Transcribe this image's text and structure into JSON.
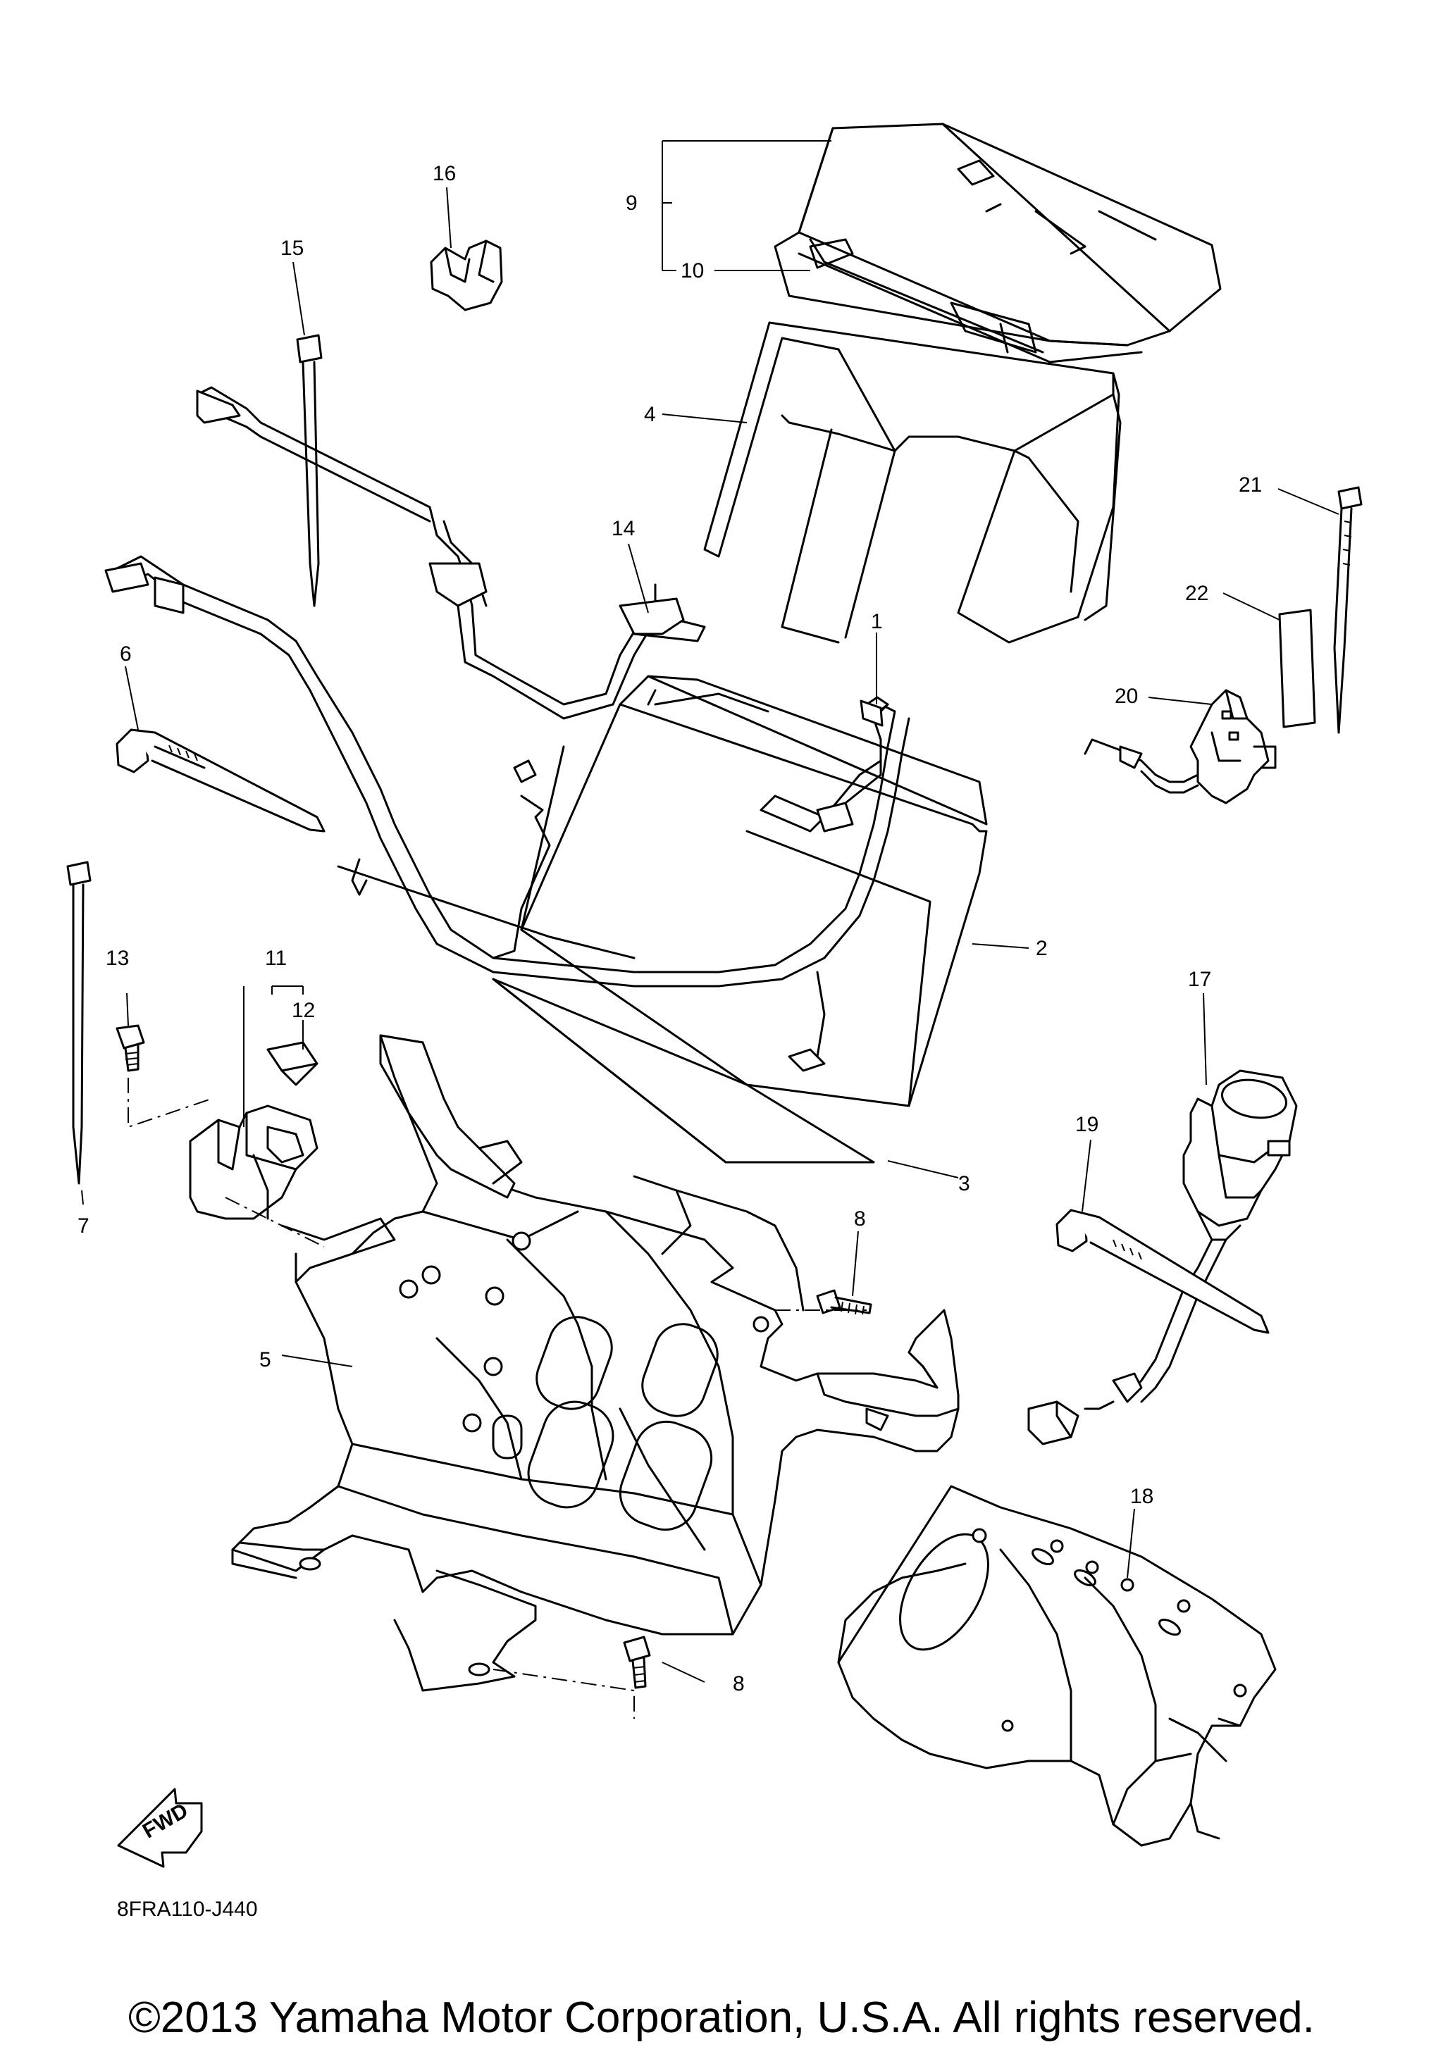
{
  "callouts": {
    "c1": "1",
    "c2": "2",
    "c3": "3",
    "c4": "4",
    "c5": "5",
    "c6": "6",
    "c7": "7",
    "c8a": "8",
    "c8b": "8",
    "c9": "9",
    "c10": "10",
    "c11": "11",
    "c12": "12",
    "c13": "13",
    "c14": "14",
    "c15": "15",
    "c16": "16",
    "c17": "17",
    "c18": "18",
    "c19": "19",
    "c20": "20",
    "c21": "21",
    "c22": "22"
  },
  "fwd_label": "FWD",
  "diagram_code": "8FRA110-J440",
  "copyright": "©2013 Yamaha Motor Corporation, U.S.A. All rights reserved."
}
